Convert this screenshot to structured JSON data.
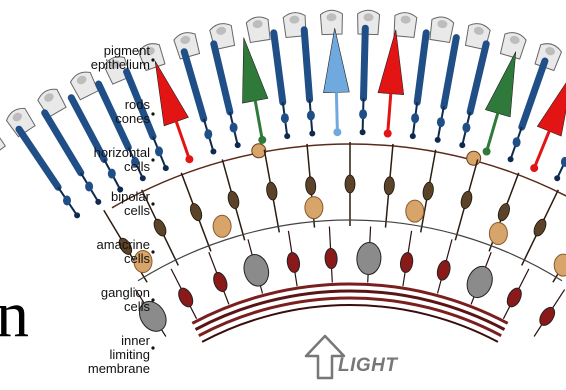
{
  "labels": {
    "pigment_epithelium": [
      "pigment",
      "epithelium"
    ],
    "rods_cones": [
      "rods",
      "cones"
    ],
    "horizontal_cells": [
      "horizontal",
      "cells"
    ],
    "bipolar_cells": [
      "bipolar",
      "cells"
    ],
    "amacrine_cells": [
      "amacrine",
      "cells"
    ],
    "ganglion_cells": [
      "ganglion",
      "cells"
    ],
    "inner_limiting_membrane": [
      "inner",
      "limiting",
      "membrane"
    ]
  },
  "light_label": "LIGHT",
  "edge_glyph": "n",
  "colors": {
    "rod": "#1f4f86",
    "rod_dark": "#0f2a4d",
    "cone_red": "#e31414",
    "cone_green": "#2f7a3a",
    "cone_blue": "#6fa9dd",
    "epithelium": "#e9e9e9",
    "epithelium_stroke": "#666666",
    "bipolar": "#5a4328",
    "amacrine": "#d7a46a",
    "ganglion": "#8b8b8b",
    "ganglion_red": "#8a1a1a",
    "membrane": "#7a1e1e"
  }
}
